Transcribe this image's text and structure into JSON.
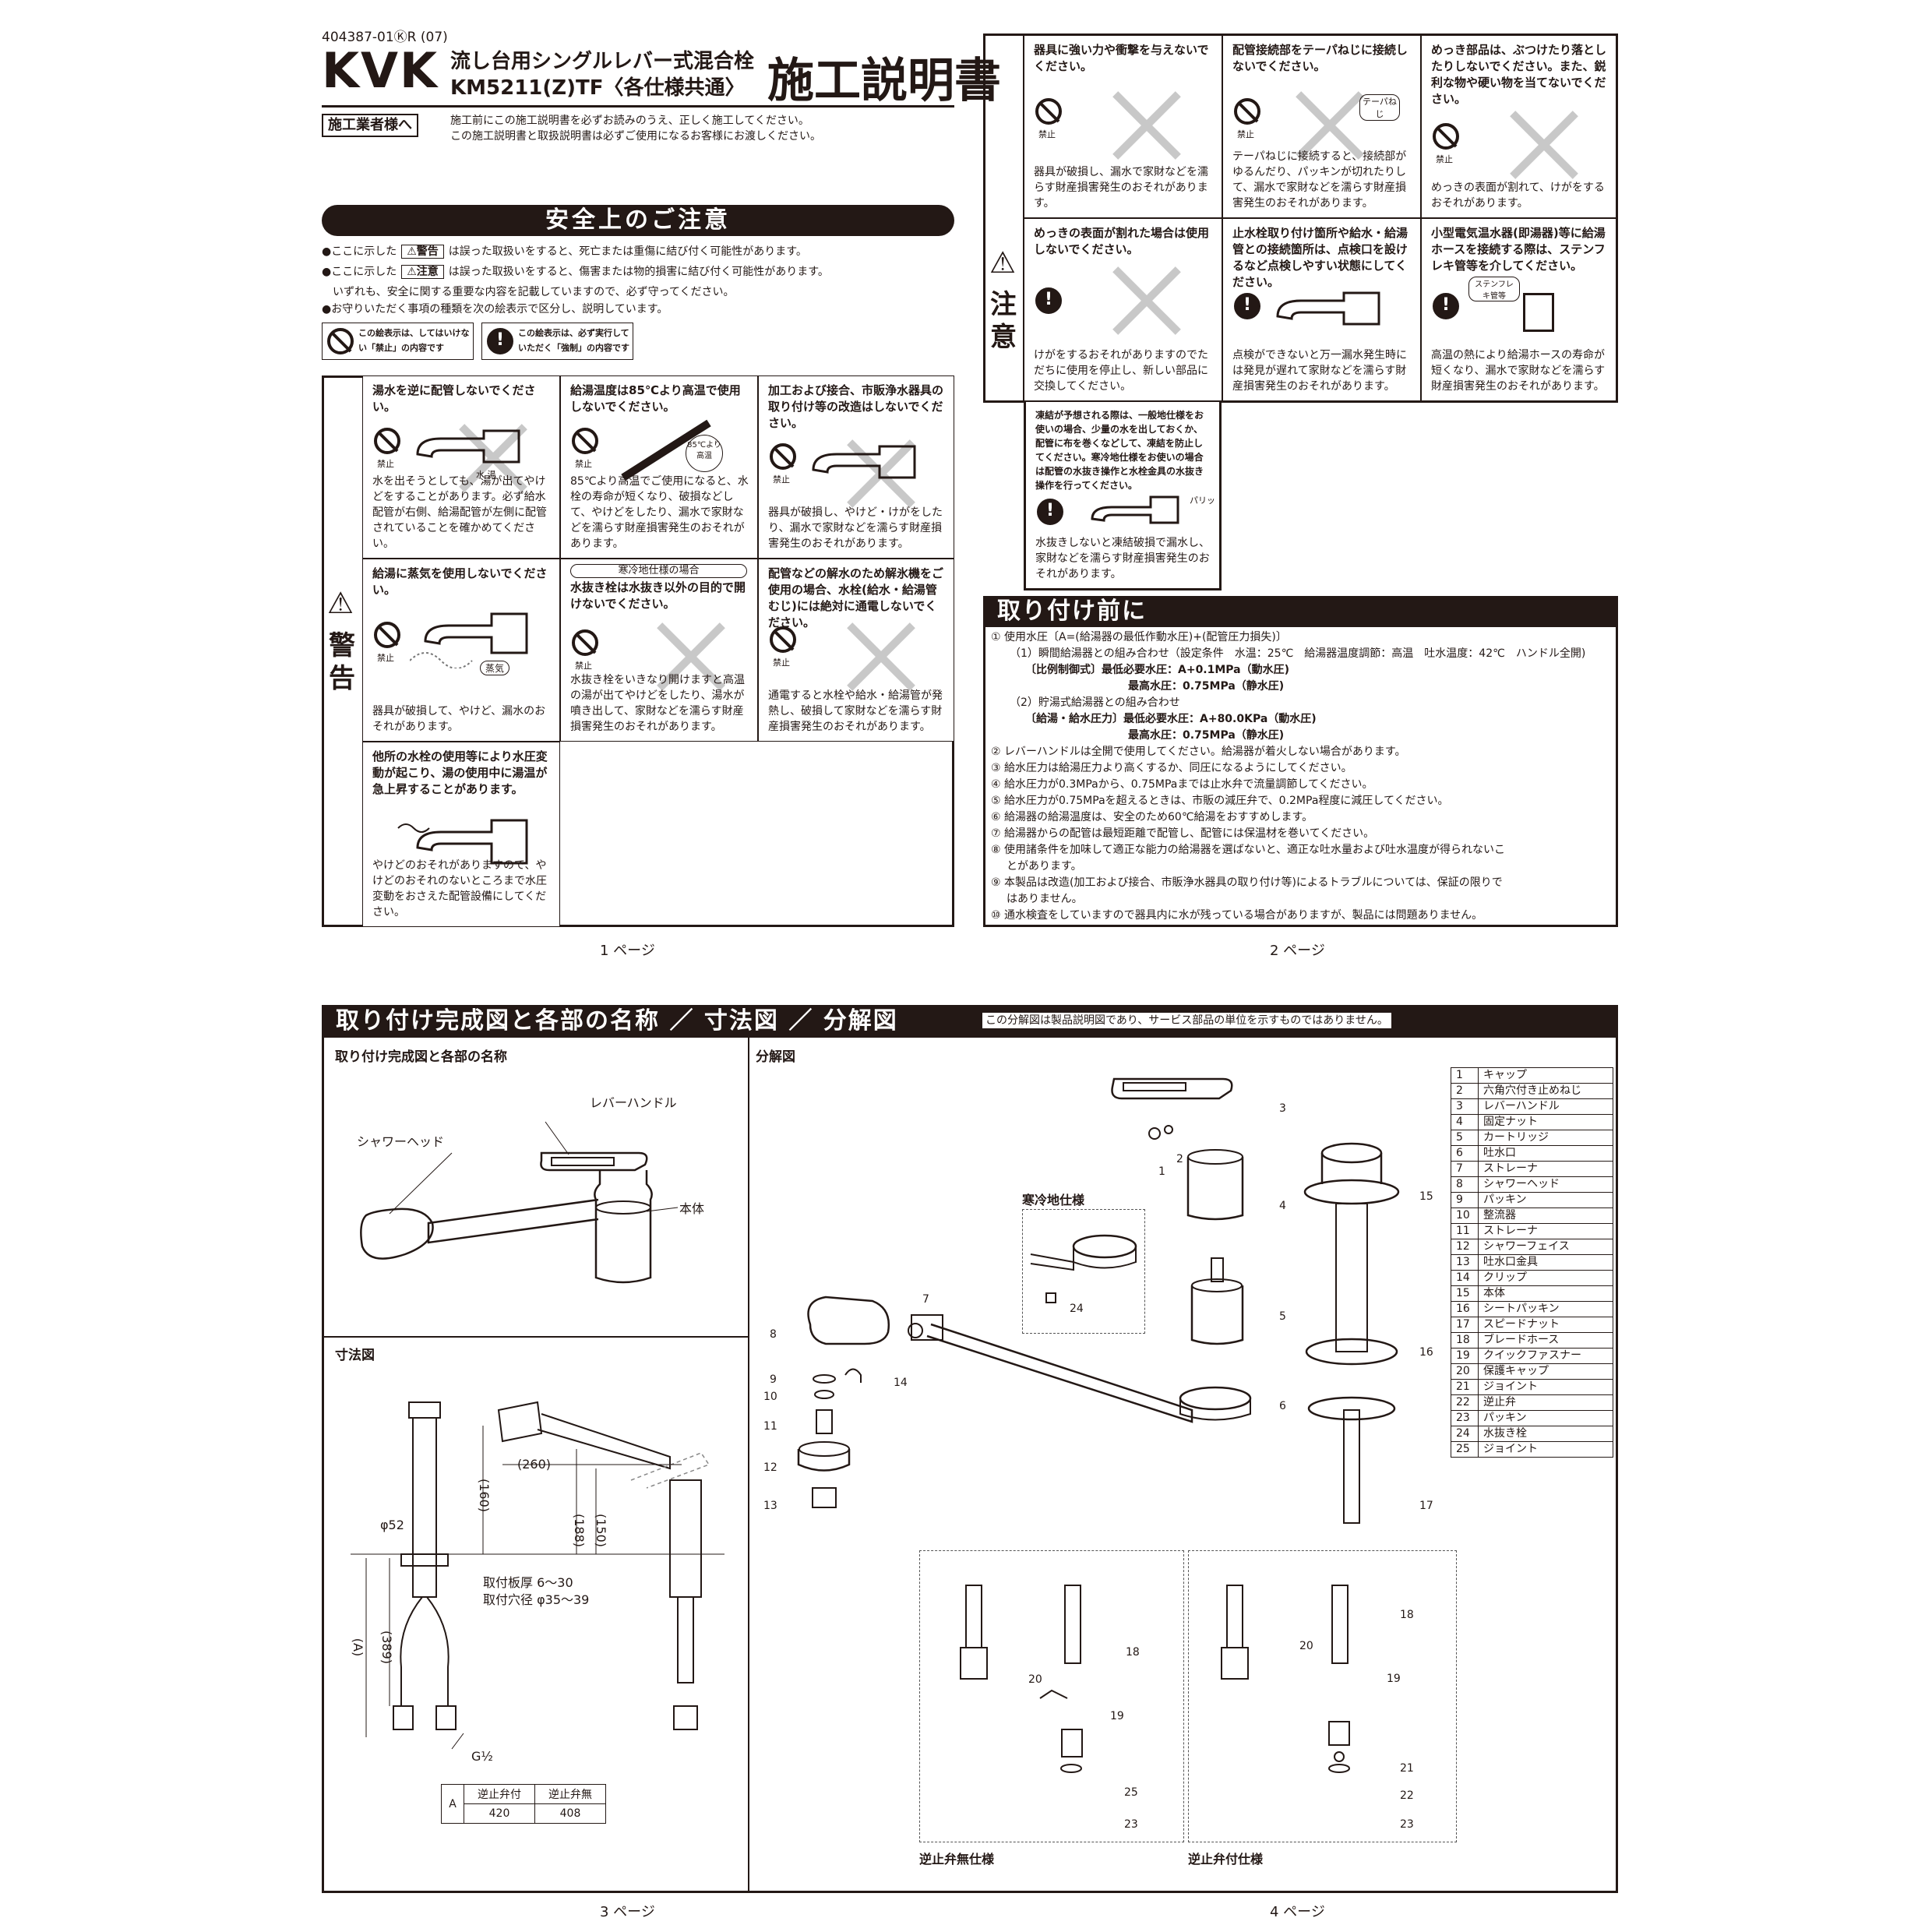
{
  "header": {
    "code": "404387-01ⓀR (07)",
    "brand": "KVK",
    "product_line1": "流し台用シングルレバー式混合栓",
    "product_line2": "KM5211(Z)TF〈各仕様共通〉",
    "doc_title": "施工説明書",
    "installer_badge": "施工業者様へ",
    "installer_note1": "施工前にこの施工説明書を必ずお読みのうえ、正しく施工してください。",
    "installer_note2": "この施工説明書と取扱説明書は必ずご使用になるお客様にお渡しください。"
  },
  "safety": {
    "title": "安全上のご注意",
    "b1_pre": "●ここに示した",
    "b1_badge": "⚠警告",
    "b1_post": "は誤った取扱いをすると、死亡または重傷に結び付く可能性があります。",
    "b2_pre": "●ここに示した",
    "b2_badge": "⚠注意",
    "b2_post": "は誤った取扱いをすると、傷害または物的損害に結び付く可能性があります。",
    "b3": "いずれも、安全に関する重要な内容を記載していますので、必ず守ってください。",
    "b4": "●お守りいただく事項の種類を次の絵表示で区分し、説明しています。",
    "legend_prohibit": "この絵表示は、してはいけない「禁止」の内容です",
    "legend_mandatory": "この絵表示は、必ず実行していただく「強制」の内容です"
  },
  "warning": {
    "label": "警告",
    "cells": [
      {
        "title": "湯水を逆に配管しないでください。",
        "body": "水を出そうとしても、湯が出てやけどをすることがあります。必ず給水配管が右側、給湯配管が左側に配管されていることを確かめてください。",
        "sym": "禁止",
        "extra": "水 湯"
      },
      {
        "title": "給湯温度は85℃より高温で使用しないでください。",
        "body": "85℃より高温でご使用になると、水栓の寿命が短くなり、破損などして、やけどをしたり、漏水で家財などを濡らす財産損害発生のおそれがあります。",
        "sym": "禁止",
        "extra": "85℃より高温"
      },
      {
        "title": "加工および接合、市販浄水器具の取り付け等の改造はしないでください。",
        "body": "器具が破損し、やけど・けがをしたり、漏水で家財などを濡らす財産損害発生のおそれがあります。",
        "sym": "禁止",
        "extra": ""
      },
      {
        "title": "給湯に蒸気を使用しないでください。",
        "body": "器具が破損して、やけど、漏水のおそれがあります。",
        "sym": "禁止",
        "extra": "蒸気"
      },
      {
        "tag": "寒冷地仕様の場合",
        "title": "水抜き栓は水抜き以外の目的で開けないでください。",
        "body": "水抜き栓をいきなり開けますと高温の湯が出てやけどをしたり、湯水が噴き出して、家財などを濡らす財産損害発生のおそれがあります。",
        "sym": "禁止",
        "extra": ""
      },
      {
        "title": "配管などの解水のため解氷機をご使用の場合、水栓(給水・給湯管むじ)には絶対に通電しないでください。",
        "body": "通電すると水栓や給水・給湯管が発熱し、破損して家財などを濡らす財産損害発生のおそれがあります。",
        "sym": "禁止",
        "extra": ""
      },
      {
        "title": "他所の水栓の使用等により水圧変動が起こり、湯の使用中に湯温が急上昇することがあります。",
        "body": "やけどのおそれがありますので、やけどのおそれのないところまで水圧変動をおさえた配管設備にしてください。",
        "sym": "",
        "extra": ""
      }
    ]
  },
  "caution": {
    "label": "注意",
    "cells": [
      {
        "title": "器具に強い力や衝撃を与えないでください。",
        "body": "器具が破損し、漏水で家財などを濡らす財産損害発生のおそれがあります。",
        "sym": "禁止"
      },
      {
        "title": "配管接続部をテーパねじに接続しないでください。",
        "body": "テーパねじに接続すると、接続部がゆるんだり、パッキンが切れたりして、漏水で家財などを濡らす財産損害発生のおそれがあります。",
        "sym": "禁止",
        "extra": "テーパねじ"
      },
      {
        "title": "めっき部品は、ぶつけたり落としたりしないでください。また、鋭利な物や硬い物を当てないでください。",
        "body": "めっきの表面が割れて、けがをするおそれがあります。",
        "sym": "禁止"
      },
      {
        "title": "めっきの表面が割れた場合は使用しないでください。",
        "body": "けがをするおそれがありますのでただちに使用を停止し、新しい部品に交換してください。",
        "sym": ""
      },
      {
        "title": "止水栓取り付け箇所や給水・給湯管との接続箇所は、点検口を設けるなど点検しやすい状態にしてください。",
        "body": "点検ができないと万一漏水発生時には発見が遅れて家財などを濡らす財産損害発生のおそれがあります。",
        "sym": ""
      },
      {
        "title": "小型電気温水器(即湯器)等に給湯ホースを接続する際は、ステンフレキ管等を介してください。",
        "body": "高温の熱により給湯ホースの寿命が短くなり、漏水で家財などを濡らす財産損害発生のおそれがあります。",
        "sym": "",
        "extra": "ステンフレキ管等"
      },
      {
        "title": "凍結が予想される際は、一般地仕様をお使いの場合、少量の水を出しておくか、配管に布を巻くなどして、凍結を防止してください。寒冷地仕様をお使いの場合は配管の水抜き操作と水栓金具の水抜き操作を行ってください。",
        "body": "水抜きしないと凍結破損で漏水し、家財などを濡らす財産損害発生のおそれがあります。",
        "sym": "",
        "extra": "パリッ"
      }
    ]
  },
  "before": {
    "title": "取り付け前に",
    "lines": [
      "① 使用水圧〔A=(給湯器の最低作動水圧)+(配管圧力損失)〕",
      "（1）瞬間給湯器との組み合わせ（設定条件　水温：25℃　給湯器温度調節：高温　吐水温度：42℃　ハンドル全開)",
      "〔比例制御式〕最低必要水圧：A+0.1MPa（動水圧)",
      "最高水圧：0.75MPa（静水圧)",
      "（2）貯湯式給湯器との組み合わせ",
      "〔給湯・給水圧力〕最低必要水圧：A+80.0KPa（動水圧)",
      "最高水圧：0.75MPa（静水圧)",
      "② レバーハンドルは全開で使用してください。給湯器が着火しない場合があります。",
      "③ 給水圧力は給湯圧力より高くするか、同圧になるようにしてください。",
      "④ 給水圧力が0.3MPaから、0.75MPaまでは止水弁で流量調節してください。",
      "⑤ 給水圧力が0.75MPaを超えるときは、市販の減圧弁で、0.2MPa程度に減圧してください。",
      "⑥ 給湯器の給湯温度は、安全のため60℃給湯をおすすめします。",
      "⑦ 給湯器からの配管は最短距離で配管し、配管には保温材を巻いてください。",
      "⑧ 使用諸条件を加味して適正な能力の給湯器を選ばないと、適正な吐水量および吐水温度が得られないこ",
      "とがあります。",
      "⑨ 本製品は改造(加工および接合、市販浄水器具の取り付け等)によるトラブルについては、保証の限りで",
      "はありません。",
      "⑩ 通水検査をしていますので器具内に水が残っている場合がありますが、製品には問題ありません。"
    ]
  },
  "pages": {
    "p1": "1 ページ",
    "p2": "2 ページ",
    "p3": "3 ページ",
    "p4": "4 ページ"
  },
  "lower": {
    "title": "取り付け完成図と各部の名称 ／ 寸法図 ／ 分解図",
    "note": "この分解図は製品説明図であり、サービス部品の単位を示すものではありません。",
    "completed_title": "取り付け完成図と各部の名称",
    "labels": {
      "lever": "レバーハンドル",
      "shower": "シャワーヘッド",
      "body": "本体"
    },
    "dim_title": "寸法図",
    "dims": {
      "d260": "(260)",
      "d160": "(160)",
      "d188": "(188)",
      "d150": "(150)",
      "d389": "(389)",
      "dA": "(A)",
      "phi": "φ52",
      "g": "G½",
      "plate": "取付板厚 6〜30",
      "hole": "取付穴径 φ35〜39"
    },
    "atable": {
      "a": "A",
      "h1": "逆止弁付",
      "h2": "逆止弁無",
      "v1": "420",
      "v2": "408"
    },
    "exploded_title": "分解図",
    "cold_spec": "寒冷地仕様",
    "no_check": "逆止弁無仕様",
    "with_check": "逆止弁付仕様",
    "parts": [
      {
        "n": "1",
        "t": "キャップ"
      },
      {
        "n": "2",
        "t": "六角穴付き止めねじ"
      },
      {
        "n": "3",
        "t": "レバーハンドル"
      },
      {
        "n": "4",
        "t": "固定ナット"
      },
      {
        "n": "5",
        "t": "カートリッジ"
      },
      {
        "n": "6",
        "t": "吐水口"
      },
      {
        "n": "7",
        "t": "ストレーナ"
      },
      {
        "n": "8",
        "t": "シャワーヘッド"
      },
      {
        "n": "9",
        "t": "パッキン"
      },
      {
        "n": "10",
        "t": "整流器"
      },
      {
        "n": "11",
        "t": "ストレーナ"
      },
      {
        "n": "12",
        "t": "シャワーフェイス"
      },
      {
        "n": "13",
        "t": "吐水口金具"
      },
      {
        "n": "14",
        "t": "クリップ"
      },
      {
        "n": "15",
        "t": "本体"
      },
      {
        "n": "16",
        "t": "シートパッキン"
      },
      {
        "n": "17",
        "t": "スピードナット"
      },
      {
        "n": "18",
        "t": "ブレードホース"
      },
      {
        "n": "19",
        "t": "クイックファスナー"
      },
      {
        "n": "20",
        "t": "保護キャップ"
      },
      {
        "n": "21",
        "t": "ジョイント"
      },
      {
        "n": "22",
        "t": "逆止弁"
      },
      {
        "n": "23",
        "t": "パッキン"
      },
      {
        "n": "24",
        "t": "水抜き栓"
      },
      {
        "n": "25",
        "t": "ジョイント"
      }
    ],
    "callouts": [
      "1",
      "2",
      "3",
      "4",
      "5",
      "6",
      "7",
      "8",
      "9",
      "10",
      "11",
      "12",
      "13",
      "14",
      "15",
      "16",
      "17",
      "18",
      "18",
      "19",
      "19",
      "20",
      "20",
      "21",
      "22",
      "23",
      "23",
      "24",
      "25"
    ]
  }
}
